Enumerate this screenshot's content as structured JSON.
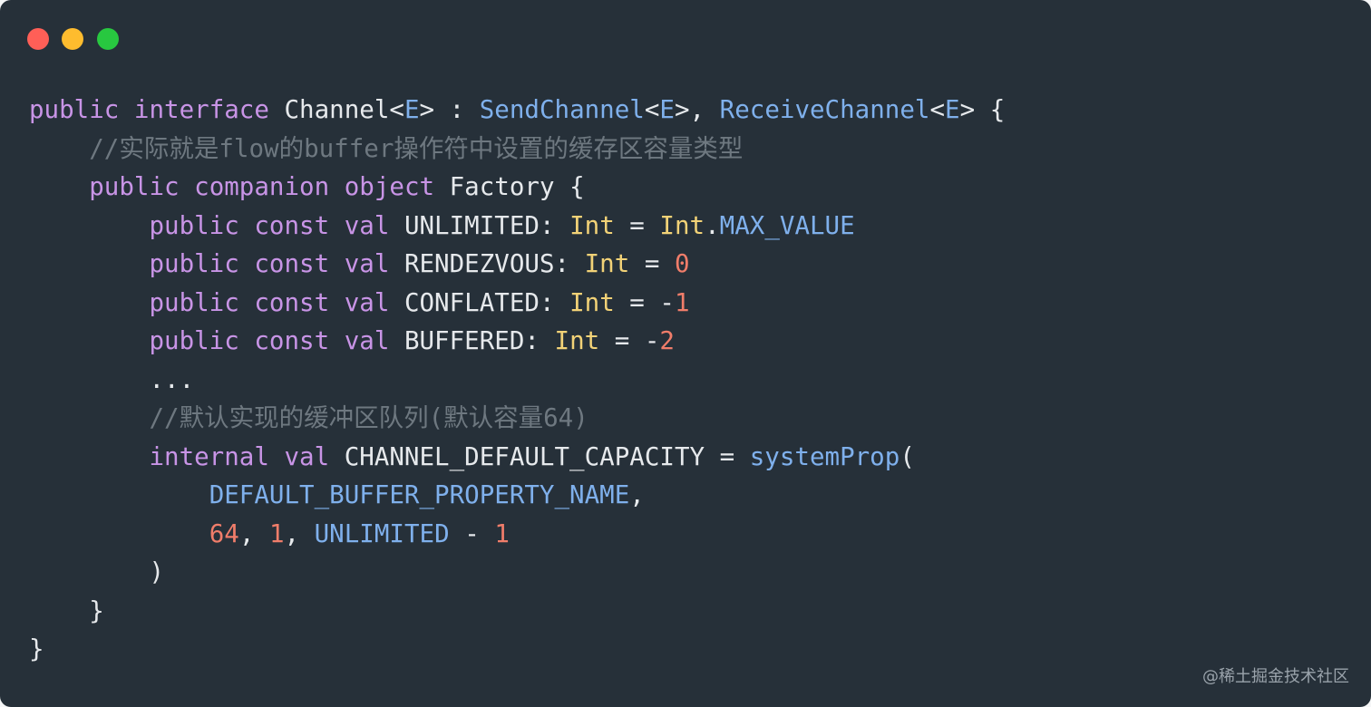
{
  "window": {
    "traffic_lights": [
      {
        "name": "close",
        "color": "#ff5f57"
      },
      {
        "name": "minimize",
        "color": "#febc2e"
      },
      {
        "name": "maximize",
        "color": "#28c840"
      }
    ],
    "background": "#263039"
  },
  "colors": {
    "keyword": "#c894e6",
    "plain": "#e6e9ec",
    "type": "#f2d277",
    "blue": "#7fb0ec",
    "number": "#f07d6a",
    "comment": "#6e7880"
  },
  "code_lines": [
    [
      {
        "t": "public",
        "c": "keyword"
      },
      {
        "t": " ",
        "c": "plain"
      },
      {
        "t": "interface",
        "c": "keyword"
      },
      {
        "t": " Channel",
        "c": "plain"
      },
      {
        "t": "<",
        "c": "plain"
      },
      {
        "t": "E",
        "c": "blue"
      },
      {
        "t": "> : ",
        "c": "plain"
      },
      {
        "t": "SendChannel",
        "c": "blue"
      },
      {
        "t": "<",
        "c": "plain"
      },
      {
        "t": "E",
        "c": "blue"
      },
      {
        "t": ">, ",
        "c": "plain"
      },
      {
        "t": "ReceiveChannel",
        "c": "blue"
      },
      {
        "t": "<",
        "c": "plain"
      },
      {
        "t": "E",
        "c": "blue"
      },
      {
        "t": "> {",
        "c": "plain"
      }
    ],
    [
      {
        "t": "    //实际就是flow的buffer操作符中设置的缓存区容量类型",
        "c": "comment"
      }
    ],
    [
      {
        "t": "    ",
        "c": "plain"
      },
      {
        "t": "public",
        "c": "keyword"
      },
      {
        "t": " ",
        "c": "plain"
      },
      {
        "t": "companion",
        "c": "keyword"
      },
      {
        "t": " ",
        "c": "plain"
      },
      {
        "t": "object",
        "c": "keyword"
      },
      {
        "t": " Factory {",
        "c": "plain"
      }
    ],
    [
      {
        "t": "        ",
        "c": "plain"
      },
      {
        "t": "public",
        "c": "keyword"
      },
      {
        "t": " ",
        "c": "plain"
      },
      {
        "t": "const",
        "c": "keyword"
      },
      {
        "t": " ",
        "c": "plain"
      },
      {
        "t": "val",
        "c": "keyword"
      },
      {
        "t": " UNLIMITED: ",
        "c": "plain"
      },
      {
        "t": "Int",
        "c": "type"
      },
      {
        "t": " = ",
        "c": "plain"
      },
      {
        "t": "Int",
        "c": "type"
      },
      {
        "t": ".",
        "c": "plain"
      },
      {
        "t": "MAX_VALUE",
        "c": "blue"
      }
    ],
    [
      {
        "t": "        ",
        "c": "plain"
      },
      {
        "t": "public",
        "c": "keyword"
      },
      {
        "t": " ",
        "c": "plain"
      },
      {
        "t": "const",
        "c": "keyword"
      },
      {
        "t": " ",
        "c": "plain"
      },
      {
        "t": "val",
        "c": "keyword"
      },
      {
        "t": " RENDEZVOUS: ",
        "c": "plain"
      },
      {
        "t": "Int",
        "c": "type"
      },
      {
        "t": " = ",
        "c": "plain"
      },
      {
        "t": "0",
        "c": "number"
      }
    ],
    [
      {
        "t": "        ",
        "c": "plain"
      },
      {
        "t": "public",
        "c": "keyword"
      },
      {
        "t": " ",
        "c": "plain"
      },
      {
        "t": "const",
        "c": "keyword"
      },
      {
        "t": " ",
        "c": "plain"
      },
      {
        "t": "val",
        "c": "keyword"
      },
      {
        "t": " CONFLATED: ",
        "c": "plain"
      },
      {
        "t": "Int",
        "c": "type"
      },
      {
        "t": " = -",
        "c": "plain"
      },
      {
        "t": "1",
        "c": "number"
      }
    ],
    [
      {
        "t": "        ",
        "c": "plain"
      },
      {
        "t": "public",
        "c": "keyword"
      },
      {
        "t": " ",
        "c": "plain"
      },
      {
        "t": "const",
        "c": "keyword"
      },
      {
        "t": " ",
        "c": "plain"
      },
      {
        "t": "val",
        "c": "keyword"
      },
      {
        "t": " BUFFERED: ",
        "c": "plain"
      },
      {
        "t": "Int",
        "c": "type"
      },
      {
        "t": " = -",
        "c": "plain"
      },
      {
        "t": "2",
        "c": "number"
      }
    ],
    [
      {
        "t": "        ...",
        "c": "plain"
      }
    ],
    [
      {
        "t": "        ",
        "c": "plain"
      },
      {
        "t": "//默认实现的缓冲区队列(默认容量64)",
        "c": "comment"
      }
    ],
    [
      {
        "t": "        ",
        "c": "plain"
      },
      {
        "t": "internal",
        "c": "keyword"
      },
      {
        "t": " ",
        "c": "plain"
      },
      {
        "t": "val",
        "c": "keyword"
      },
      {
        "t": " CHANNEL_DEFAULT_CAPACITY = ",
        "c": "plain"
      },
      {
        "t": "systemProp",
        "c": "blue"
      },
      {
        "t": "(",
        "c": "plain"
      }
    ],
    [
      {
        "t": "            ",
        "c": "plain"
      },
      {
        "t": "DEFAULT_BUFFER_PROPERTY_NAME",
        "c": "blue"
      },
      {
        "t": ",",
        "c": "plain"
      }
    ],
    [
      {
        "t": "            ",
        "c": "plain"
      },
      {
        "t": "64",
        "c": "number"
      },
      {
        "t": ", ",
        "c": "plain"
      },
      {
        "t": "1",
        "c": "number"
      },
      {
        "t": ", ",
        "c": "plain"
      },
      {
        "t": "UNLIMITED",
        "c": "blue"
      },
      {
        "t": " - ",
        "c": "plain"
      },
      {
        "t": "1",
        "c": "number"
      }
    ],
    [
      {
        "t": "        )",
        "c": "plain"
      }
    ],
    [
      {
        "t": "    }",
        "c": "plain"
      }
    ],
    [
      {
        "t": "}",
        "c": "plain"
      }
    ]
  ],
  "watermark": "@稀土掘金技术社区"
}
